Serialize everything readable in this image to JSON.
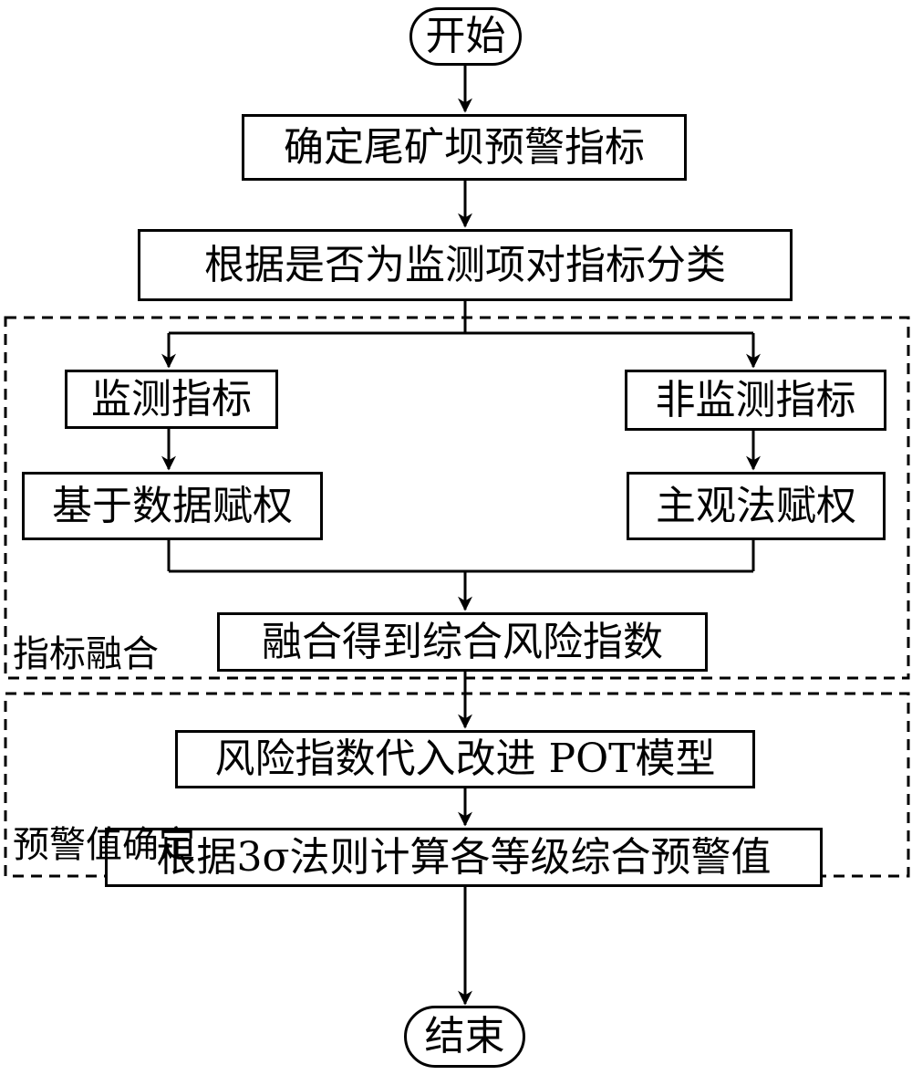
{
  "nodes": {
    "start": "开始",
    "define": "确定尾矿坝预警指标",
    "classify": "根据是否为监测项对指标分类",
    "monitor": "监测指标",
    "non_monitor": "非监测指标",
    "data_weight": "基于数据赋权",
    "subjective_weight": "主观法赋权",
    "fuse": "融合得到综合风险指数",
    "pot": "风险指数代入改进 POT模型",
    "warning_value": "根据3σ法则计算各等级综合预警值",
    "end": "结束"
  },
  "groups": {
    "fusion": "指标融合",
    "warning": "预警值确定"
  }
}
